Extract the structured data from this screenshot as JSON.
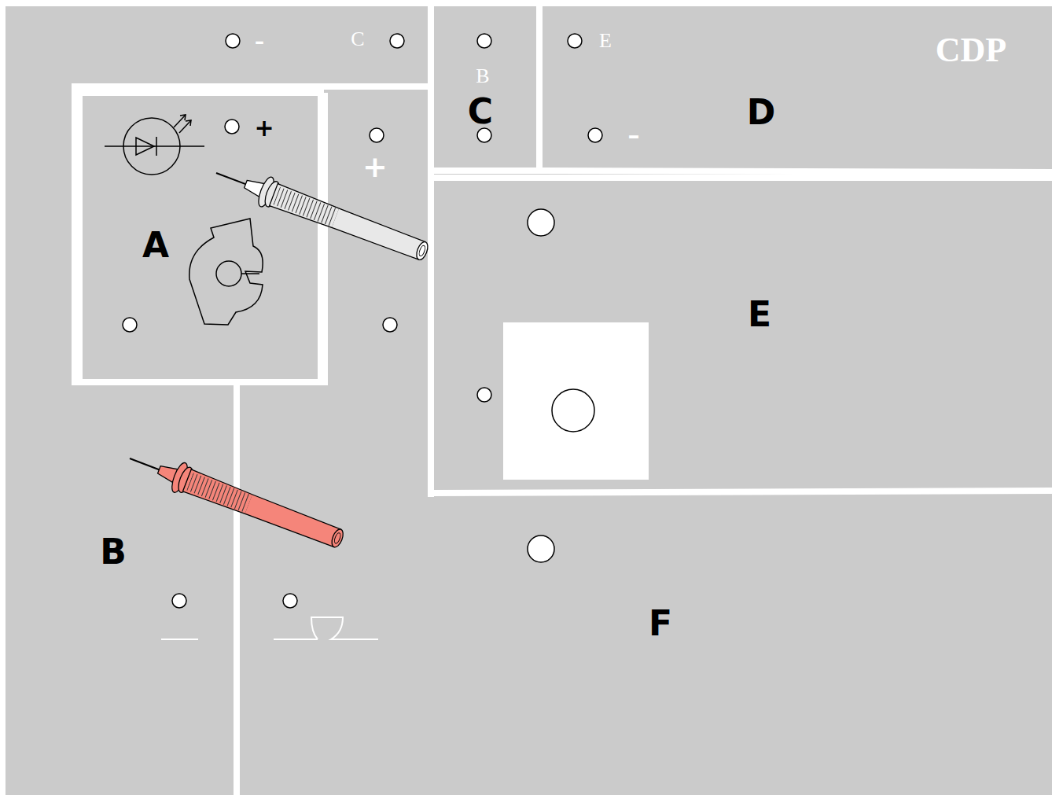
{
  "diagram": {
    "nodes": [
      {
        "text": [
          "C"
        ]
      },
      {
        "text": [
          "D"
        ]
      },
      {
        "text": [
          "A"
        ]
      },
      {
        "text": [
          "E"
        ]
      },
      {
        "text": [
          "B"
        ]
      },
      {
        "text": [
          "F"
        ]
      }
    ],
    "labels": [
      "–",
      "C",
      "E",
      "CDP",
      "B",
      "+",
      "–",
      "+"
    ]
  }
}
